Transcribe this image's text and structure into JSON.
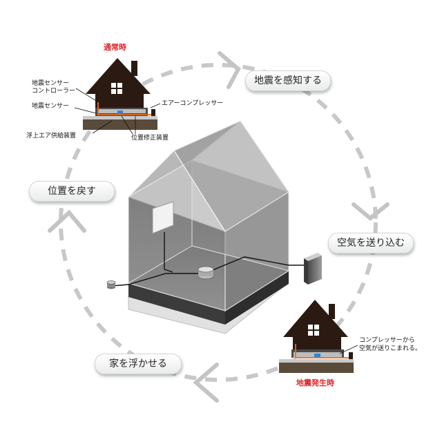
{
  "colors": {
    "red_label": "#e0242b",
    "house": "#2a1a12",
    "pipe": "#e56b1f",
    "cycle": "#c8c8c8"
  },
  "top_house": {
    "title": "通常時",
    "labels": {
      "sensor_controller_1": "地震センサー",
      "sensor_controller_2": "コントローラー",
      "sensor": "地震センサー",
      "compressor": "エアーコンプレッサー",
      "air_supply": "浮上エア供給装置",
      "position_fix": "位置修正装置"
    }
  },
  "bottom_house": {
    "title": "地震発生時",
    "note_1": "コンプレッサーから",
    "note_2": "空気が送りこまれる。"
  },
  "steps": [
    {
      "label": "地震を感知する"
    },
    {
      "label": "空気を送り込む"
    },
    {
      "label": "家を浮かせる"
    },
    {
      "label": "位置を戻す"
    }
  ]
}
